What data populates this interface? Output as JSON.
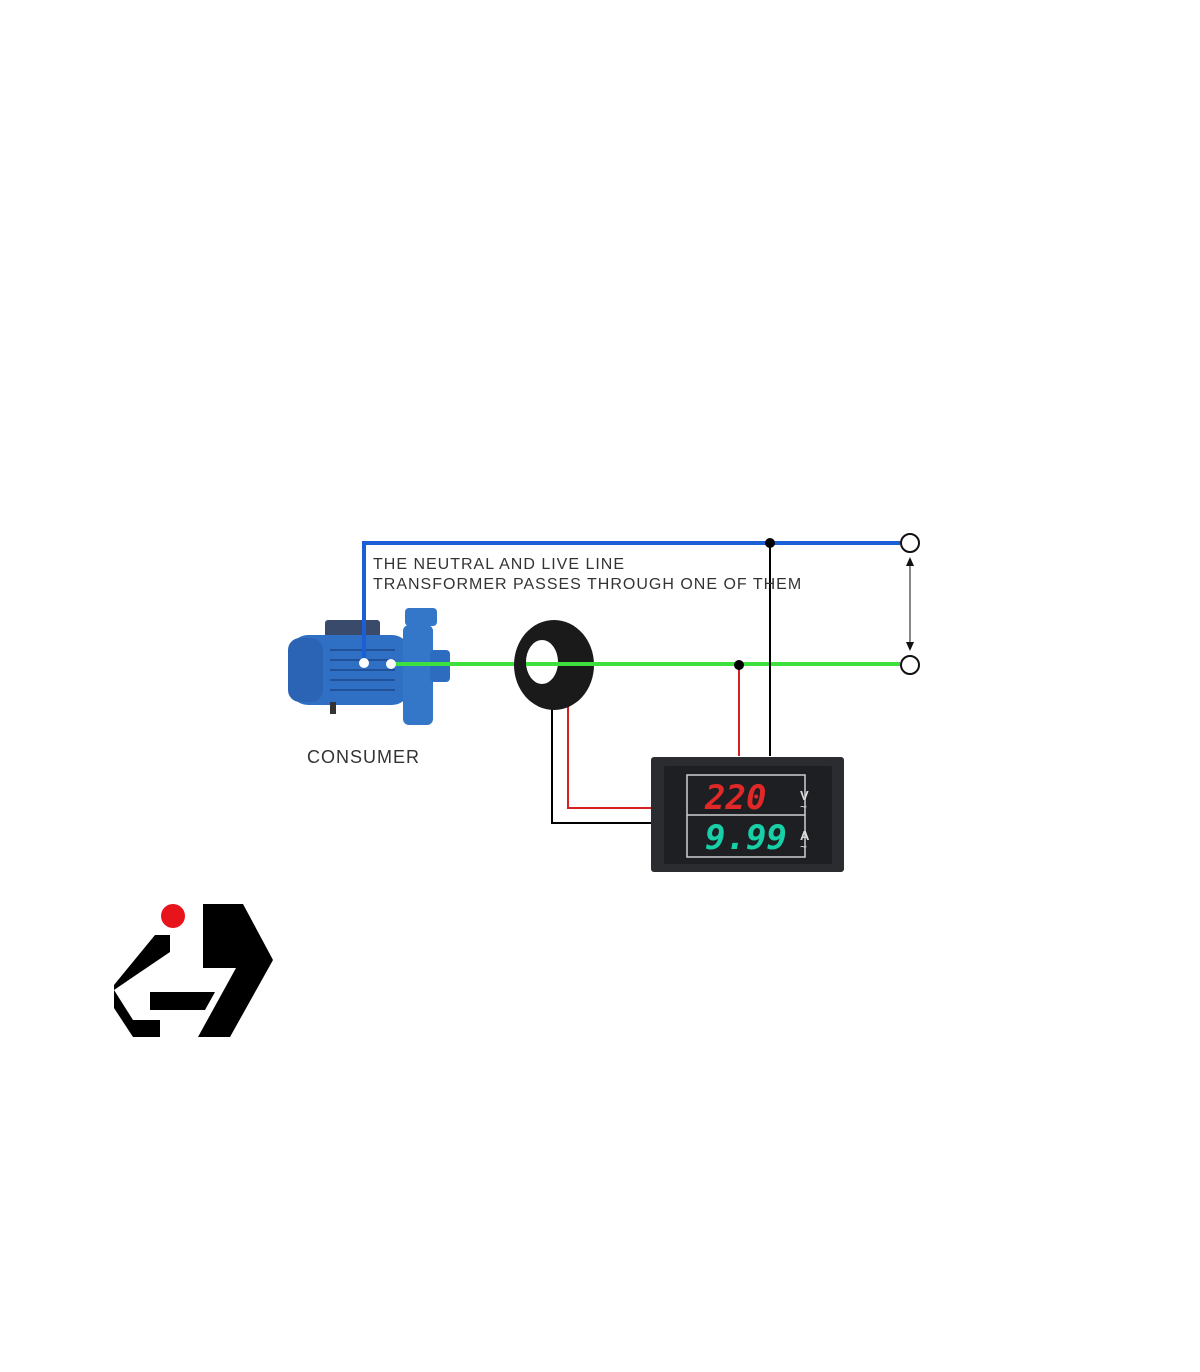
{
  "diagram": {
    "note_line1": "THE NEUTRAL AND LIVE LINE",
    "note_line2": "TRANSFORMER PASSES THROUGH ONE OF THEM",
    "consumer_label": "CONSUMER",
    "meter": {
      "voltage_reading": "220",
      "voltage_unit": "V",
      "current_reading": "9.99",
      "current_unit": "A",
      "ac_symbol": "~"
    },
    "colors": {
      "neutral_wire": "#1a5fd6",
      "live_wire": "#3de03d",
      "signal_red": "#d42020",
      "signal_black": "#000000",
      "voltage_display": "#e02828",
      "current_display": "#18d0a8",
      "logo_dot": "#e8141c"
    }
  }
}
